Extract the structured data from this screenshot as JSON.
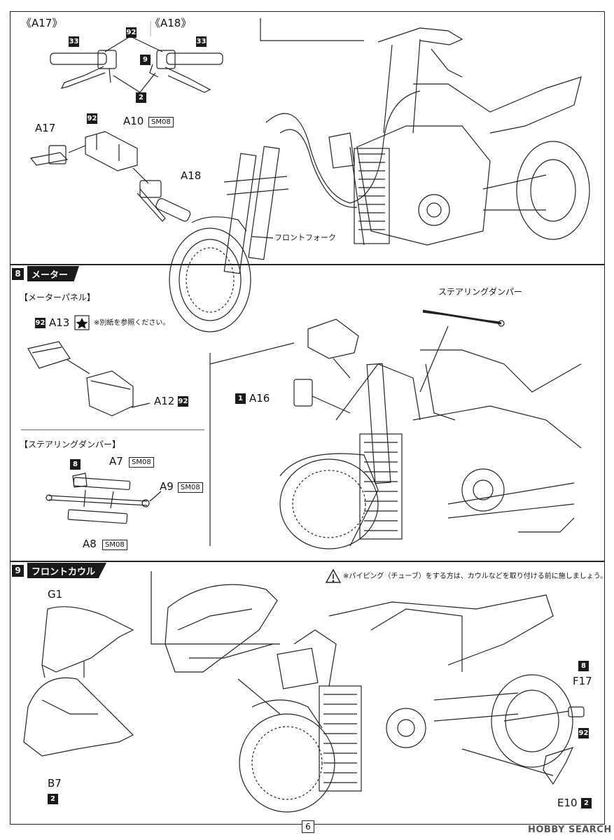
{
  "top": {
    "a17_group": "《A17》",
    "a18_group": "《A18》",
    "code_33_left": "33",
    "code_92_top": "92",
    "code_33_right": "33",
    "code_9": "9",
    "code_2": "2",
    "code_92_mid": "92",
    "a10_label": "A10",
    "a10_sm": "SM08",
    "a17_label": "A17",
    "a18_label": "A18",
    "front_fork": "フロントフォーク"
  },
  "section8": {
    "number": "8",
    "title": "メーター",
    "meter_panel_heading": "【メーターパネル】",
    "code_92_a13": "92",
    "a13_label": "A13",
    "note": "※別紙を参照ください。",
    "a12_label": "A12",
    "code_92_a12": "92",
    "steering_damper_heading": "【ステアリングダンパー】",
    "steering_damper_callout": "ステアリングダンパー",
    "code_8": "8",
    "a7_label": "A7",
    "a7_sm": "SM08",
    "a9_label": "A9",
    "a9_sm": "SM08",
    "a8_label": "A8",
    "a8_sm": "SM08",
    "code_1": "1",
    "a16_label": "A16"
  },
  "section9": {
    "number": "9",
    "title": "フロントカウル",
    "caution": "※パイピング（チューブ）をする方は、カウルなどを取り付ける前に施しましょう。",
    "g1_label": "G1",
    "b7_label": "B7",
    "code_2_b7": "2",
    "code_8_f17": "8",
    "f17_label": "F17",
    "code_92_f17": "92",
    "e10_label": "E10",
    "code_2_e10": "2"
  },
  "footer": {
    "page_number": "6",
    "watermark": "HOBBY SEARCH"
  }
}
